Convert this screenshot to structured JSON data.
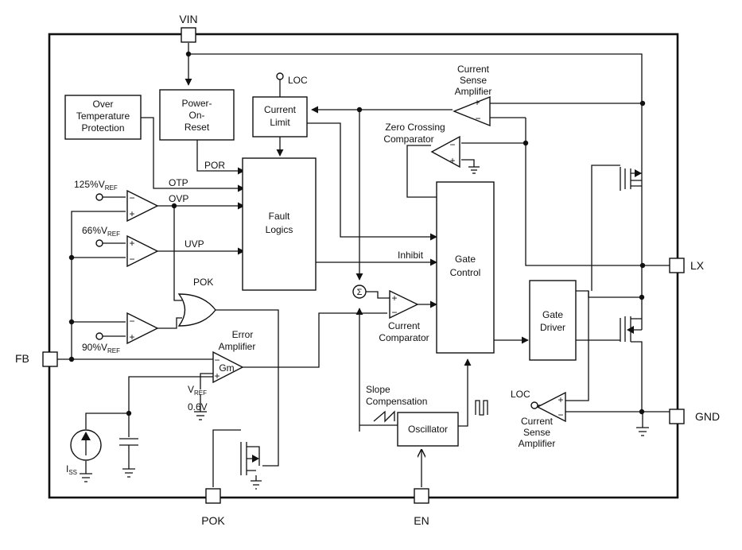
{
  "pins": {
    "vin": "VIN",
    "lx": "LX",
    "gnd": "GND",
    "fb": "FB",
    "pok": "POK",
    "en": "EN"
  },
  "blocks": {
    "otp_protection": [
      "Over",
      "Temperature",
      "Protection"
    ],
    "por": [
      "Power-",
      "On-",
      "Reset"
    ],
    "current_limit": [
      "Current",
      "Limit"
    ],
    "fault_logics": [
      "Fault",
      "Logics"
    ],
    "gate_control": [
      "Gate",
      "Control"
    ],
    "gate_driver": [
      "Gate",
      "Driver"
    ],
    "oscillator": "Oscillator"
  },
  "labels": {
    "loc_top": "LOC",
    "loc_bottom": "LOC",
    "cs_amp_top": [
      "Current",
      "Sense",
      "Amplifier"
    ],
    "zc_comp": [
      "Zero Crossing",
      "Comparator"
    ],
    "cs_amp_bottom": [
      "Current",
      "Sense",
      "Amplifier"
    ],
    "current_comp": [
      "Current",
      "Comparator"
    ],
    "error_amp": [
      "Error",
      "Amplifier"
    ],
    "gm": "Gm",
    "slope": [
      "Slope",
      "Compensation"
    ],
    "por_sig": "POR",
    "otp_sig": "OTP",
    "ovp_sig": "OVP",
    "uvp_sig": "UVP",
    "inhibit": "Inhibit",
    "pok_gate": "POK",
    "vref_125": "125%V",
    "vref_66": "66%V",
    "vref_90": "90%V",
    "ref_sub": "REF",
    "vref_main": "V",
    "vref_val": "0.6V",
    "iss": "I",
    "iss_sub": "SS",
    "sigma": "Σ"
  }
}
